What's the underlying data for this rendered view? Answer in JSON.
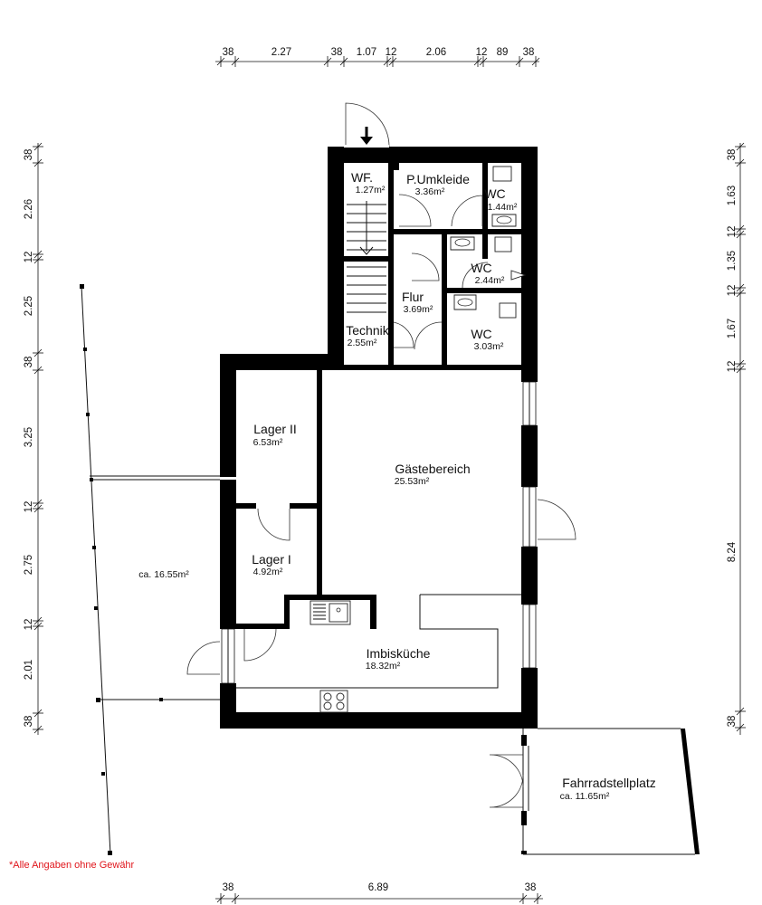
{
  "rooms": {
    "wf": {
      "name": "WF.",
      "area": "1.27m²"
    },
    "umkleide": {
      "name": "P.Umkleide",
      "area": "3.36m²"
    },
    "wc1": {
      "name": "WC",
      "area": "1.44m²"
    },
    "wc2": {
      "name": "WC",
      "area": "2.44m²"
    },
    "flur": {
      "name": "Flur",
      "area": "3.69m²"
    },
    "technik": {
      "name": "Technik",
      "area": "2.55m²"
    },
    "wc3": {
      "name": "WC",
      "area": "3.03m²"
    },
    "lager2": {
      "name": "Lager II",
      "area": "6.53m²"
    },
    "gaeste": {
      "name": "Gästebereich",
      "area": "25.53m²"
    },
    "lager1": {
      "name": "Lager I",
      "area": "4.92m²"
    },
    "terrasse": {
      "name": "",
      "area": "ca. 16.55m²"
    },
    "kueche": {
      "name": "Imbisküche",
      "area": "18.32m²"
    },
    "fahrrad": {
      "name": "Fahrradstellplatz",
      "area": "ca. 11.65m²"
    }
  },
  "dimensions": {
    "top": [
      "38",
      "2.27",
      "38",
      "1.07",
      "12",
      "2.06",
      "12",
      "89",
      "38"
    ],
    "left": [
      "38",
      "2.26",
      "12",
      "2.25",
      "38",
      "3.25",
      "12",
      "2.75",
      "12",
      "2.01",
      "38"
    ],
    "right": [
      "38",
      "1.63",
      "12",
      "1.35",
      "12",
      "1.67",
      "12",
      "8.24",
      "38"
    ],
    "bottom": [
      "38",
      "6.89",
      "38"
    ]
  },
  "disclaimer": "*Alle Angaben ohne Gewähr",
  "icons": [
    "entrance-arrow-icon",
    "stair-icon",
    "toilet-icon",
    "washbasin-icon",
    "sink-icon",
    "stove-icon",
    "door-swing-icon"
  ]
}
